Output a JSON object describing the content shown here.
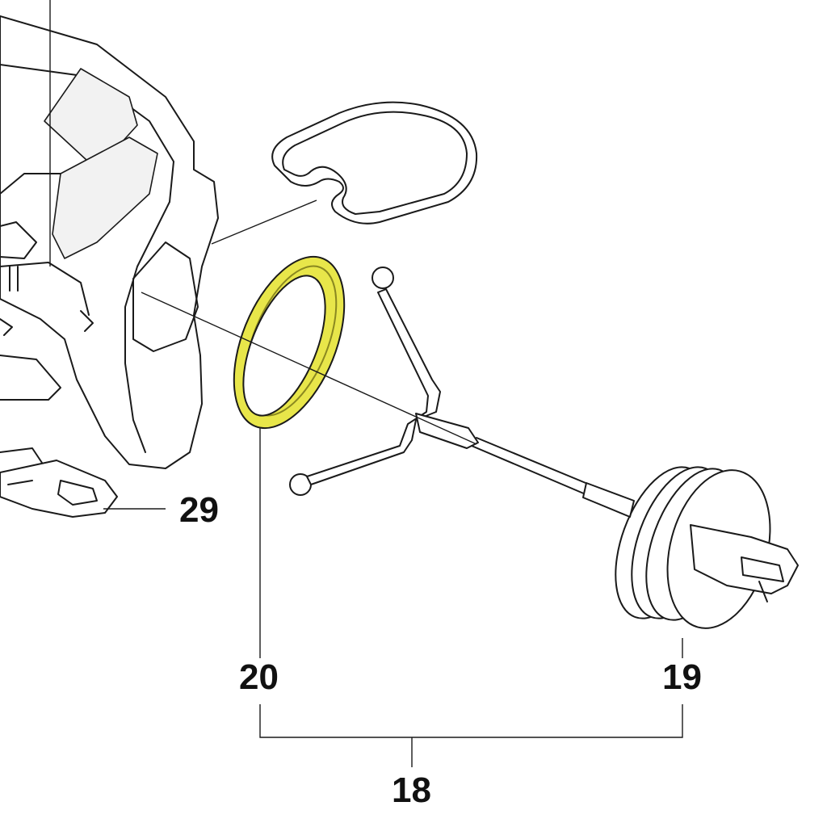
{
  "diagram": {
    "type": "exploded-parts-view",
    "callouts": {
      "part_29": "29",
      "part_20": "20",
      "part_19": "19",
      "part_18": "18"
    },
    "highlight_color": "#e8e64a",
    "line_color": "#1a1a1a"
  }
}
